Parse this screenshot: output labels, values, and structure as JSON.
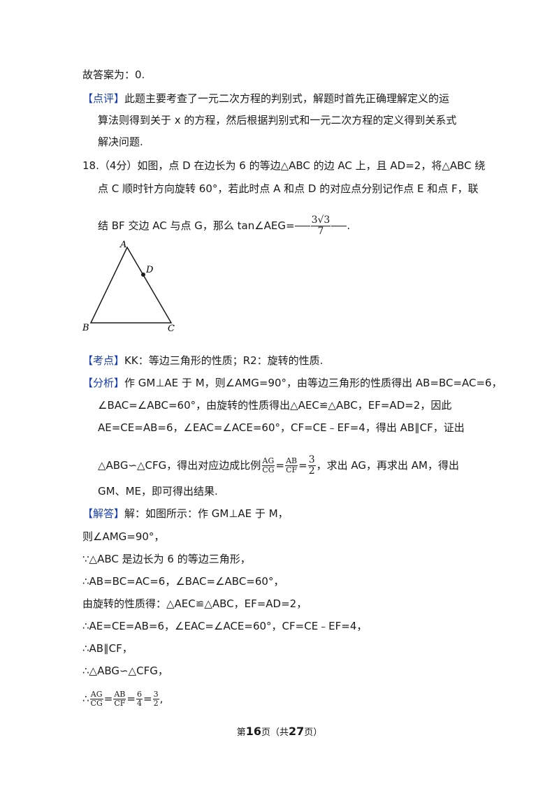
{
  "lines": {
    "l1": "故答案为：0.",
    "l2_tag": "【点评】",
    "l2": "此题主要考查了一元二次方程的判别式，解题时首先正确理解定义的运",
    "l3": "算法则得到关于 x 的方程，然后根据判别式和一元二次方程的定义得到关系式",
    "l4": "解决问题.",
    "q18a": "18.（4分）如图，点 D 在边长为 6 的等边△ABC 的边 AC 上，且 AD=2，将△ABC 绕",
    "q18b": "点 C 顺时针方向旋转 60°，若此时点 A 和点 D 的对应点分别记作点 E 和点 F，联",
    "q18c_pre": "结 BF 交边 AC 与点 G，那么 tan∠AEG=",
    "q18c_post": ".",
    "ans_num": "3√3",
    "ans_den": "7",
    "kd_tag": "【考点】",
    "kd": "KK：等边三角形的性质；R2：旋转的性质.",
    "fx_tag": "【分析】",
    "fx1": "作 GM⊥AE 于 M，则∠AMG=90°，由等边三角形的性质得出 AB=BC=AC=6，",
    "fx2": "∠BAC=∠ABC=60°，由旋转的性质得出△AEC≌△ABC，EF=AD=2，因此",
    "fx3": "AE=CE=AB=6，∠EAC=∠ACE=60°，CF=CE﹣EF=4，得出 AB∥CF，证出",
    "fx4_pre": "△ABG∽△CFG，得出对应边成比例",
    "fx4_post": "，求出 AG，再求出 AM，得出",
    "fx5": "GM、ME，即可得出结果.",
    "jd_tag": "【解答】",
    "jd": "解：如图所示：作 GM⊥AE 于 M，",
    "s1": "则∠AMG=90°，",
    "s2": "∵△ABC 是边长为 6 的等边三角形，",
    "s3": "∴AB=BC=AC=6，∠BAC=∠ABC=60°，",
    "s4": "由旋转的性质得：△AEC≌△ABC，EF=AD=2，",
    "s5": "∴AE=CE=AB=6，∠EAC=∠ACE=60°，CF=CE﹣EF=4，",
    "s6": "∴AB∥CF，",
    "s7": "∴△ABG∽△CFG，",
    "s8_pre": "∴",
    "s8_post": ","
  },
  "fractions": {
    "ag": "AG",
    "cg": "CG",
    "ab": "AB",
    "cf": "CF",
    "three": "3",
    "two": "2",
    "six": "6",
    "four": "4"
  },
  "figure": {
    "A": "A",
    "B": "B",
    "C": "C",
    "D": "D"
  },
  "footer": {
    "pre": "第",
    "page": "16",
    "mid": "页（共",
    "total": "27",
    "post": "页）"
  }
}
